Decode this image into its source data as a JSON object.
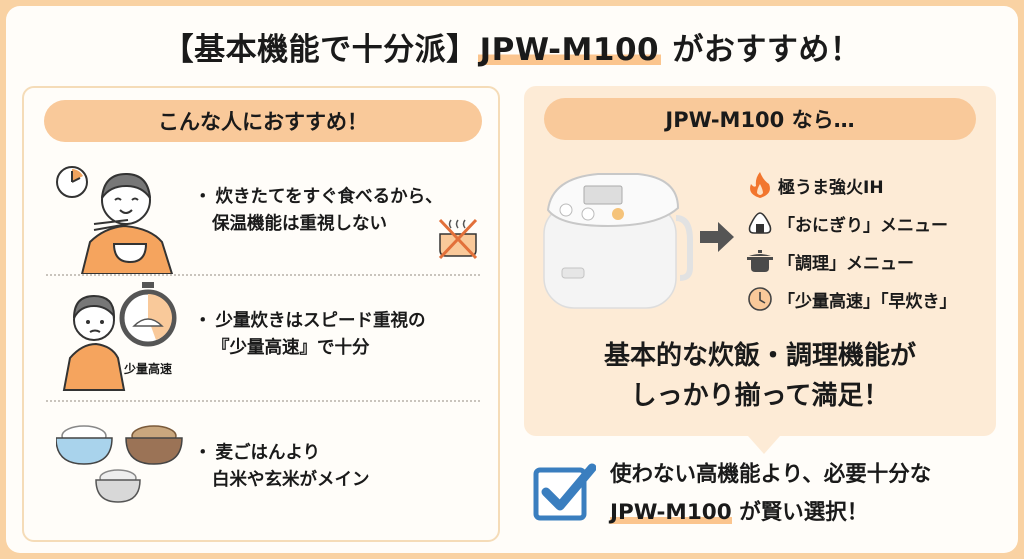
{
  "title": {
    "prefix": "【基本機能で十分派】",
    "model": "JPW-M100",
    "suffix": " がおすすめ！"
  },
  "left_panel": {
    "header": "こんな人におすすめ！",
    "items": [
      {
        "lines": [
          "炊きたてをすぐ食べるから、",
          "保温機能は重視しない"
        ],
        "illustration": "person-eating-with-clock",
        "badge_icon": "no-keep-warm-icon"
      },
      {
        "lines": [
          "少量炊きはスピード重視の",
          "『少量高速』で十分"
        ],
        "illustration": "person-thinking-with-stopwatch",
        "badge_label": "少量高速"
      },
      {
        "lines": [
          "麦ごはんより",
          "白米や玄米がメイン"
        ],
        "illustration": "rice-bowls"
      }
    ],
    "bullet": "・"
  },
  "right_panel": {
    "header": "JPW-M100 なら…",
    "product_image": "rice-cooker",
    "features": [
      {
        "icon": "flame-icon",
        "label": "極うま強火IH"
      },
      {
        "icon": "onigiri-icon",
        "label": "「おにぎり」メニュー"
      },
      {
        "icon": "pot-icon",
        "label": "「調理」メニュー"
      },
      {
        "icon": "clock-icon",
        "label": "「少量高速」「早炊き」"
      }
    ],
    "summary_lines": [
      "基本的な炊飯・調理機能が",
      "しっかり揃って満足！"
    ]
  },
  "conclusion": {
    "line1": "使わない高機能より、必要十分な",
    "model": "JPW-M100",
    "line2_suffix": " が賢い選択！"
  },
  "colors": {
    "background": "#f9d2a3",
    "pill": "#f9c99a",
    "panel_right": "#fdebd6",
    "accent_orange": "#f0a35e",
    "check_blue": "#3a7ebf",
    "flame": "#f2762e",
    "icon_gray": "#4a4a4a"
  }
}
